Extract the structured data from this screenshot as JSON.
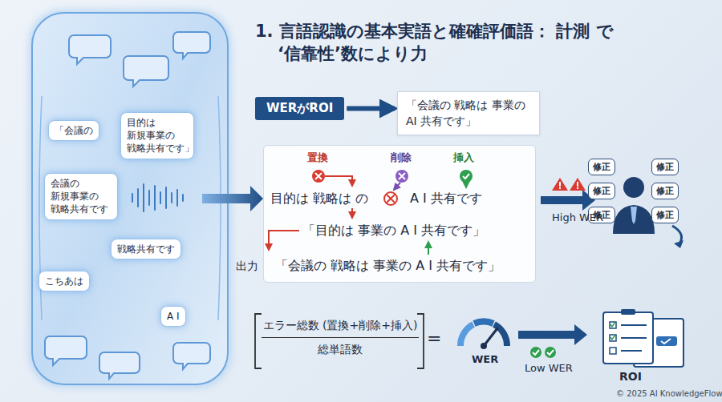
{
  "diagram": {
    "title": "1. 言語認識の基本実語と確確評価語： 計測 で ‘信靠性’数により力",
    "nodes": [
      {
        "text": [
          "「会議の"
        ]
      },
      {
        "text": [
          "目的は 新規事業の 戦略共有です」"
        ]
      },
      {
        "text": [
          "会議の 新規事業の 戦略共有です"
        ]
      },
      {
        "text": [
          "戦略共有です"
        ]
      },
      {
        "text": [
          "こちあは"
        ]
      },
      {
        "text": [
          "A I"
        ]
      },
      {
        "text": [
          "WERがROI"
        ]
      },
      {
        "text": [
          "「会議の 戦略は 事業の AI 共有です」"
        ]
      },
      {
        "text": [
          "置換",
          "削除",
          "挿入",
          "目的は 戦略は の",
          "A I 共有です",
          "「目的は 事業の A I 共有です」",
          "「会議の 戦略は 事業の A I 共有です」"
        ]
      },
      {
        "text": [
          "修正"
        ]
      },
      {
        "text": [
          "修正"
        ]
      },
      {
        "text": [
          "修正"
        ]
      },
      {
        "text": [
          "修正"
        ]
      },
      {
        "text": [
          "修正"
        ]
      },
      {
        "text": [
          "修正"
        ]
      },
      {
        "text": [
          "エラー総数 (置換+削除+挿入)",
          "総単語数"
        ]
      }
    ],
    "edges": [
      {
        "from": 6,
        "to": 7,
        "arrow": "to"
      }
    ],
    "labels": [
      "出力",
      "High WER",
      "=",
      "WER",
      "Low WER",
      "ROI",
      "© 2025 AI KnowledgeFlow"
    ]
  }
}
